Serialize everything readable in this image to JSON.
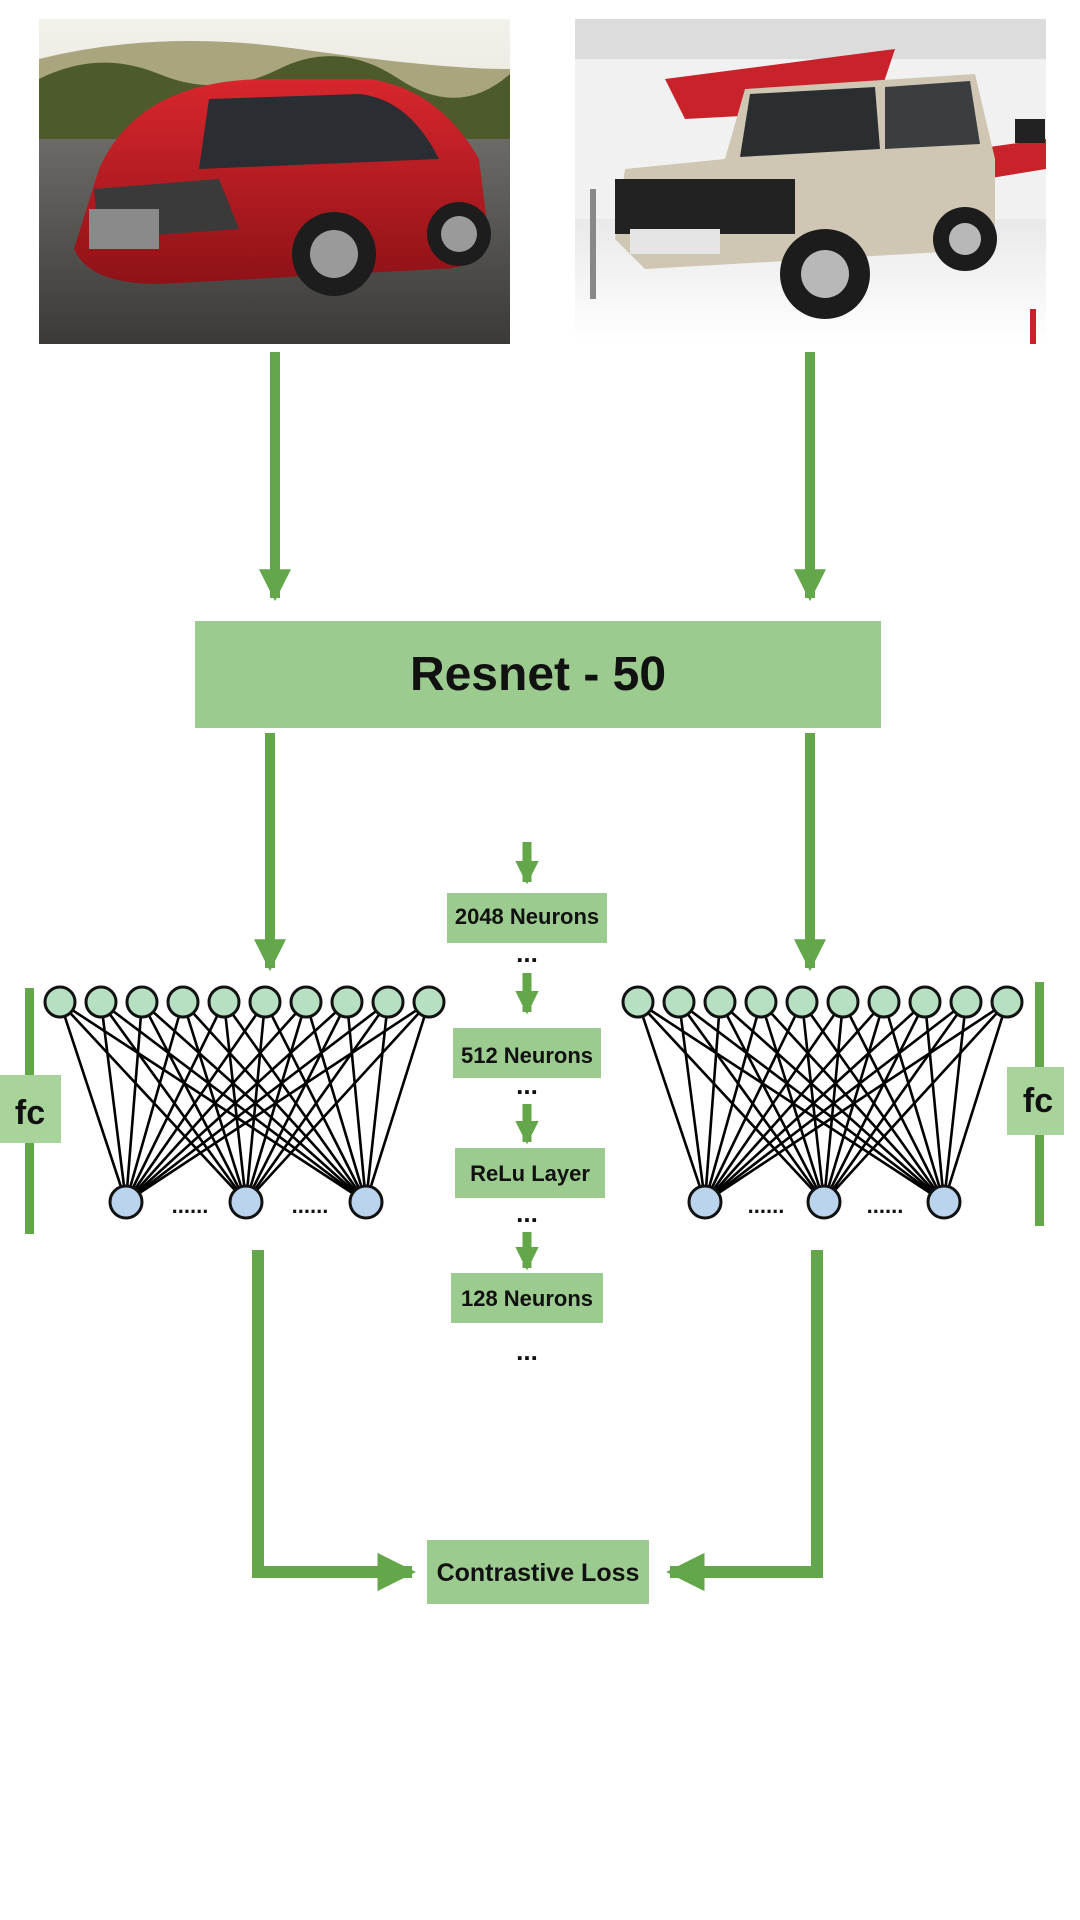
{
  "images": {
    "left": {
      "caption": "",
      "color": "#b81c22",
      "icon": "red-wagon-car-photo"
    },
    "right": {
      "caption": "",
      "color": "#c9c2b0",
      "icon": "silver-suv-photo"
    }
  },
  "backbone": {
    "label": "Resnet - 50"
  },
  "fc_label_left": "fc",
  "fc_label_right": "fc",
  "layers": [
    {
      "label": "2048 Neurons"
    },
    {
      "label": "512 Neurons"
    },
    {
      "label": "ReLu Layer"
    },
    {
      "label": "128 Neurons"
    }
  ],
  "ellipsis": "...",
  "dots": "......",
  "loss": {
    "label": "Contrastive Loss"
  },
  "colors": {
    "arrow": "#64a64a",
    "box": "#9ccb8f",
    "top_node": "#b7e0c2",
    "bottom_node": "#b9d4ec",
    "edge": "#000000"
  }
}
